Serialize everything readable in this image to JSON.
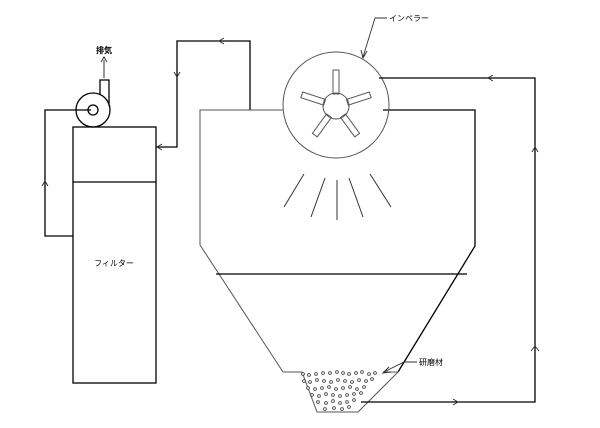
{
  "diagram": {
    "title": "",
    "labels": {
      "exhaust": "排気",
      "impeller": "インペラー",
      "filter": "フィルター",
      "abrasive": "研磨材"
    },
    "components": [
      {
        "id": "exhaust-fan",
        "label_key": "exhaust"
      },
      {
        "id": "filter-unit",
        "label_key": "filter"
      },
      {
        "id": "blast-chamber",
        "label_key": ""
      },
      {
        "id": "impeller-wheel",
        "label_key": "impeller",
        "blades": 5
      },
      {
        "id": "abrasive-hopper",
        "label_key": "abrasive"
      }
    ],
    "flows": [
      {
        "from": "blast-chamber",
        "to": "filter-unit",
        "description": "dust air duct"
      },
      {
        "from": "filter-unit",
        "to": "exhaust-fan",
        "description": "clean air"
      },
      {
        "from": "exhaust-fan",
        "to": "atmosphere",
        "description": "exhaust"
      },
      {
        "from": "abrasive-hopper",
        "to": "impeller-wheel",
        "description": "abrasive recirculation"
      }
    ],
    "colors": {
      "line": "#000000",
      "background": "#ffffff"
    }
  }
}
